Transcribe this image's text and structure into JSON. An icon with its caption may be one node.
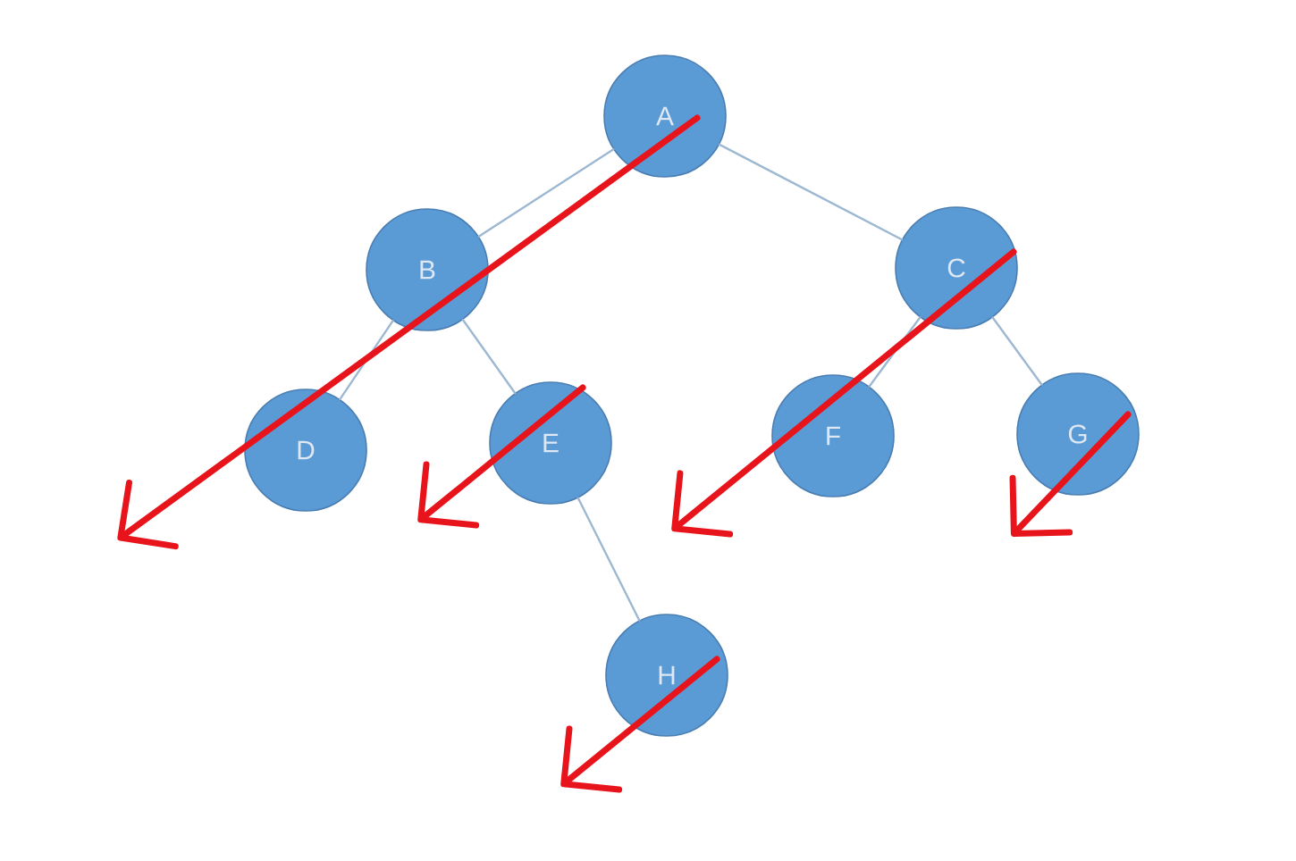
{
  "diagram": {
    "nodes": [
      {
        "text": [
          "A"
        ]
      },
      {
        "text": [
          "B"
        ]
      },
      {
        "text": [
          "C"
        ]
      },
      {
        "text": [
          "D"
        ]
      },
      {
        "text": [
          "E"
        ]
      },
      {
        "text": [
          "F"
        ]
      },
      {
        "text": [
          "G"
        ]
      },
      {
        "text": [
          "H"
        ]
      }
    ],
    "edges": [
      {
        "from": 0,
        "to": 1,
        "arrow": "none"
      },
      {
        "from": 0,
        "to": 2,
        "arrow": "none"
      },
      {
        "from": 1,
        "to": 3,
        "arrow": "none"
      },
      {
        "from": 1,
        "to": 4,
        "arrow": "none"
      },
      {
        "from": 2,
        "to": 5,
        "arrow": "none"
      },
      {
        "from": 2,
        "to": 6,
        "arrow": "none"
      },
      {
        "from": 4,
        "to": 7,
        "arrow": "none"
      },
      {
        "from": 0,
        "to": null,
        "arrow": "to",
        "style": "thick",
        "color": "#e8141c"
      },
      {
        "from": 4,
        "to": null,
        "arrow": "to",
        "style": "thick",
        "color": "#e8141c"
      },
      {
        "from": 2,
        "to": null,
        "arrow": "to",
        "style": "thick",
        "color": "#e8141c"
      },
      {
        "from": 6,
        "to": null,
        "arrow": "to",
        "style": "thick",
        "color": "#e8141c"
      },
      {
        "from": 7,
        "to": null,
        "arrow": "to",
        "style": "thick",
        "color": "#e8141c"
      }
    ]
  }
}
